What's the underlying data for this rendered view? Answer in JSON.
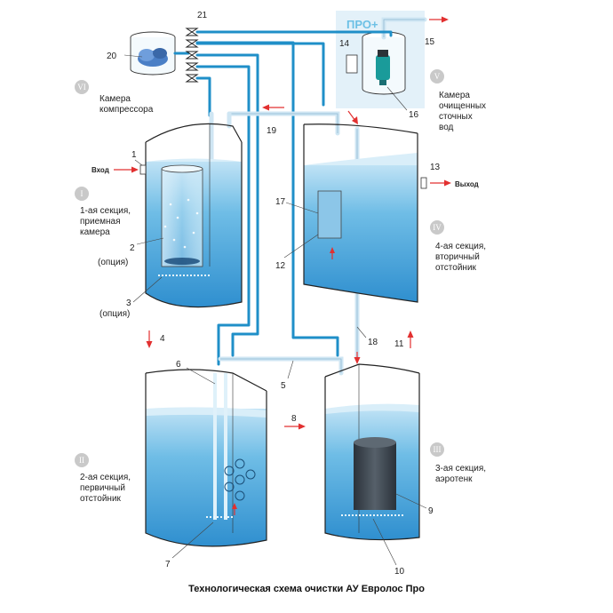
{
  "title": "Технологическая схема очистки АУ Евролос Про",
  "pro_badge": "ПРО+",
  "inlet_label": "Вход",
  "outlet_label": "Выход",
  "sections": {
    "I": {
      "numeral": "I",
      "line1": "1-ая секция,",
      "line2": "приемная",
      "line3": "камера"
    },
    "II": {
      "numeral": "II",
      "line1": "2-ая секция,",
      "line2": "первичный",
      "line3": "отстойник"
    },
    "III": {
      "numeral": "III",
      "line1": "3-ая секция,",
      "line2": "аэротенк"
    },
    "IV": {
      "numeral": "IV",
      "line1": "4-ая секция,",
      "line2": "вторичный",
      "line3": "отстойник"
    },
    "V": {
      "numeral": "V",
      "line1": "Камера",
      "line2": "очищенных",
      "line3": "сточных",
      "line4": "вод"
    },
    "VI": {
      "numeral": "VI",
      "line1": "Камера",
      "line2": "компрессора"
    }
  },
  "option_label": "(опция)",
  "callouts": {
    "n1": "1",
    "n2": "2",
    "n3": "3",
    "n4": "4",
    "n5": "5",
    "n6": "6",
    "n7": "7",
    "n8": "8",
    "n9": "9",
    "n10": "10",
    "n11": "11",
    "n12": "12",
    "n13": "13",
    "n14": "14",
    "n15": "15",
    "n16": "16",
    "n17": "17",
    "n18": "18",
    "n19": "19",
    "n20": "20",
    "n21": "21"
  },
  "colors": {
    "water": "#3aa3dc",
    "water_light": "#d6edf9",
    "pipe": "#1f8fc8",
    "arrow": "#e23030",
    "numeral_circle": "#c9c9c9",
    "pro_box": "#e6f3fa",
    "filter_dark": "#3c4650"
  }
}
